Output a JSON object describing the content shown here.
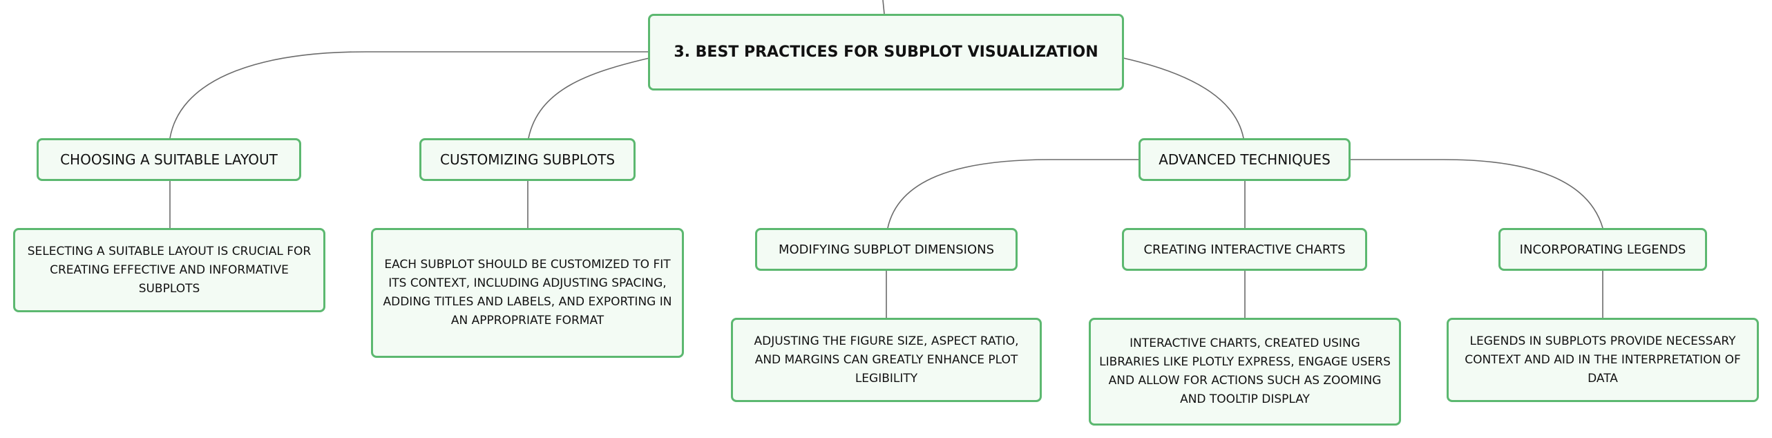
{
  "root": {
    "title": "3. BEST PRACTICES FOR SUBPLOT VISUALIZATION"
  },
  "branches": {
    "layout": {
      "label": "CHOOSING A SUITABLE LAYOUT",
      "description": "SELECTING A SUITABLE LAYOUT IS CRUCIAL FOR CREATING EFFECTIVE AND INFORMATIVE SUBPLOTS"
    },
    "customizing": {
      "label": "CUSTOMIZING SUBPLOTS",
      "description": "EACH SUBPLOT SHOULD BE CUSTOMIZED TO FIT ITS CONTEXT, INCLUDING ADJUSTING SPACING, ADDING TITLES AND LABELS, AND EXPORTING IN AN APPROPRIATE FORMAT"
    },
    "advanced": {
      "label": "ADVANCED TECHNIQUES",
      "children": {
        "dimensions": {
          "label": "MODIFYING SUBPLOT DIMENSIONS",
          "description": "ADJUSTING THE FIGURE SIZE, ASPECT RATIO, AND MARGINS CAN GREATLY ENHANCE PLOT LEGIBILITY"
        },
        "interactive": {
          "label": "CREATING INTERACTIVE CHARTS",
          "description": "INTERACTIVE CHARTS, CREATED USING LIBRARIES LIKE PLOTLY EXPRESS, ENGAGE USERS AND ALLOW FOR ACTIONS SUCH AS ZOOMING AND TOOLTIP DISPLAY"
        },
        "legends": {
          "label": "INCORPORATING LEGENDS",
          "description": "LEGENDS IN SUBPLOTS PROVIDE NECESSARY CONTEXT AND AID IN THE INTERPRETATION OF DATA"
        }
      }
    }
  }
}
